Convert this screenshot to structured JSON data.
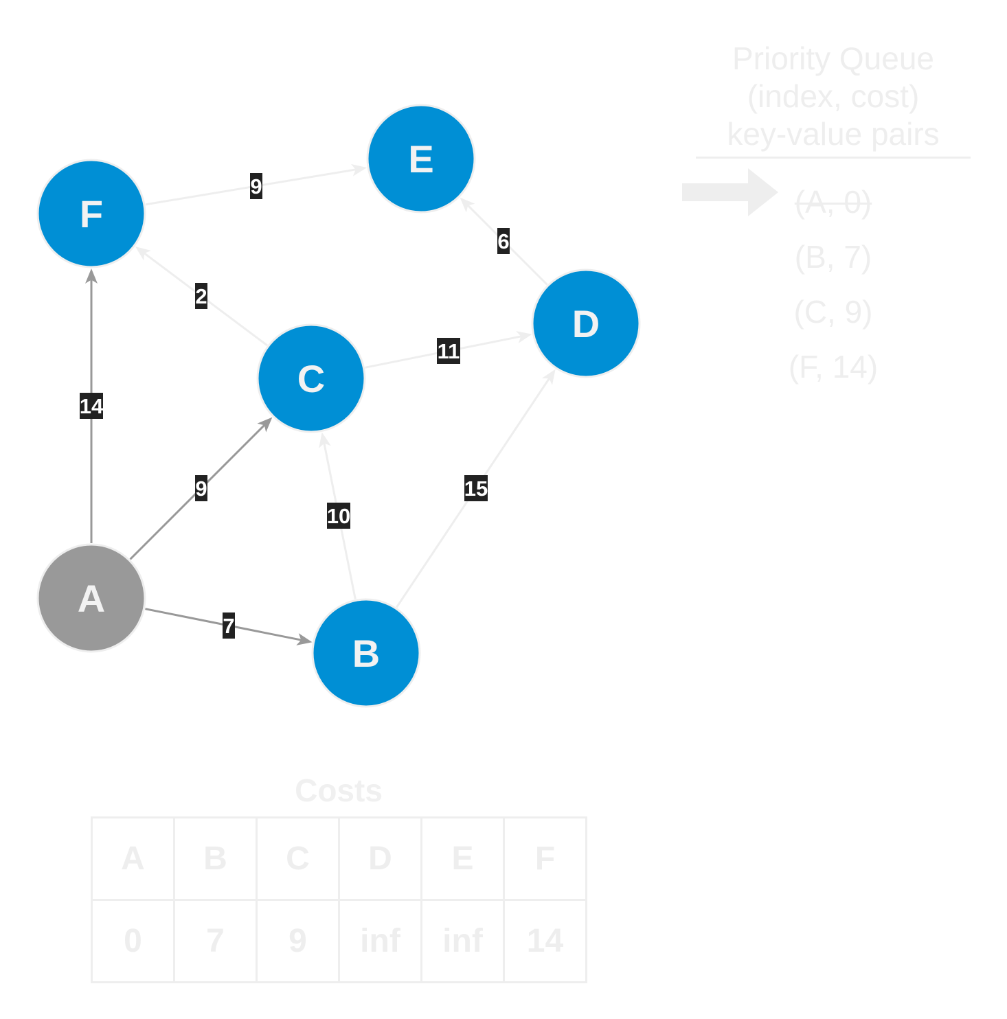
{
  "graph": {
    "nodes": [
      {
        "id": "A",
        "label": "A",
        "state": "visited"
      },
      {
        "id": "B",
        "label": "B",
        "state": "unvisited"
      },
      {
        "id": "C",
        "label": "C",
        "state": "unvisited"
      },
      {
        "id": "D",
        "label": "D",
        "state": "unvisited"
      },
      {
        "id": "E",
        "label": "E",
        "state": "unvisited"
      },
      {
        "id": "F",
        "label": "F",
        "state": "unvisited"
      }
    ],
    "edges": [
      {
        "from": "A",
        "to": "F",
        "weight": "14",
        "active": true
      },
      {
        "from": "A",
        "to": "C",
        "weight": "9",
        "active": true
      },
      {
        "from": "A",
        "to": "B",
        "weight": "7",
        "active": true
      },
      {
        "from": "B",
        "to": "C",
        "weight": "10",
        "active": false
      },
      {
        "from": "B",
        "to": "D",
        "weight": "15",
        "active": false
      },
      {
        "from": "C",
        "to": "F",
        "weight": "2",
        "active": false
      },
      {
        "from": "C",
        "to": "D",
        "weight": "11",
        "active": false
      },
      {
        "from": "D",
        "to": "E",
        "weight": "6",
        "active": false
      },
      {
        "from": "F",
        "to": "E",
        "weight": "9",
        "active": false
      }
    ]
  },
  "colors": {
    "node_unvisited": "#008fd5",
    "node_visited": "#999999",
    "edge_active": "#999999",
    "edge_inactive": "#eeeeee",
    "label_bg": "#222222",
    "faded_text": "#eeeeee"
  },
  "priority_queue": {
    "title_lines": [
      "Priority Queue",
      "(index, cost)",
      "key-value pairs"
    ],
    "items": [
      {
        "text": "(A, 0)",
        "polled": true
      },
      {
        "text": "(B, 7)",
        "polled": false
      },
      {
        "text": "(C, 9)",
        "polled": false
      },
      {
        "text": "(F, 14)",
        "polled": false
      }
    ],
    "pointer_icon": "right-arrow-icon"
  },
  "costs": {
    "title": "Costs",
    "headers": [
      "A",
      "B",
      "C",
      "D",
      "E",
      "F"
    ],
    "values": [
      "0",
      "7",
      "9",
      "inf",
      "inf",
      "14"
    ]
  }
}
